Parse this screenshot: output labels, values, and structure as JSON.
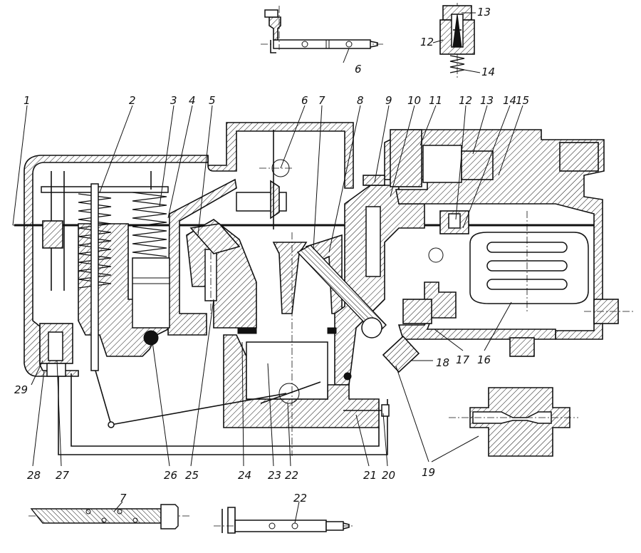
{
  "callouts": {
    "main": [
      "1",
      "2",
      "3",
      "4",
      "5",
      "6",
      "7",
      "8",
      "9",
      "10",
      "11",
      "12",
      "13",
      "14",
      "15",
      "16",
      "17",
      "18",
      "19",
      "20",
      "21",
      "22",
      "23",
      "24",
      "25",
      "26",
      "27",
      "28",
      "29"
    ],
    "detail_needle": [
      "13",
      "12",
      "14"
    ],
    "detail_shaft_top": "6",
    "detail_jet_bottom": "7",
    "detail_shaft_bottom": "22"
  }
}
